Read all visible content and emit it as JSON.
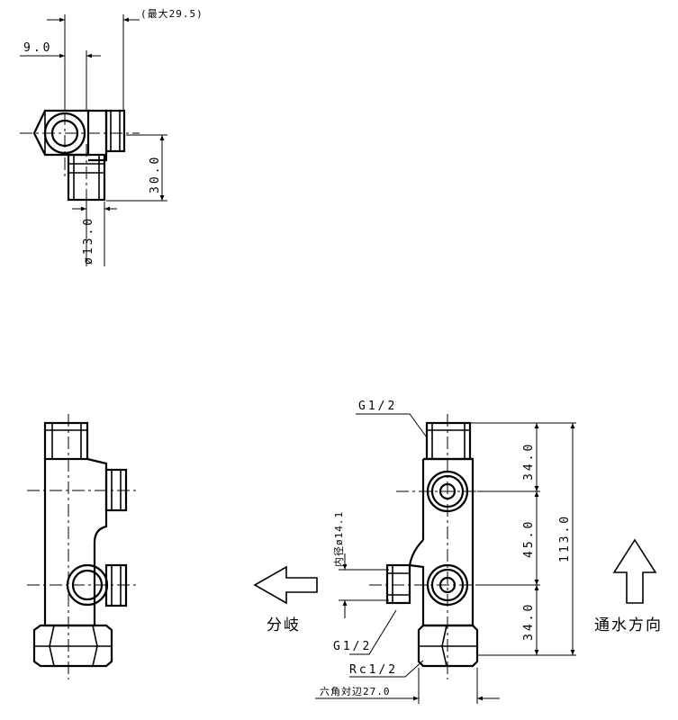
{
  "top_view": {
    "max_width": "(最大29.5)",
    "offset": "9.0",
    "height": "30.0",
    "diameter": "ø13.0"
  },
  "front_view": {
    "thread_top": "G1/2",
    "thread_branch": "G1/2",
    "thread_bottom": "Rc1/2",
    "hex_across_flats": "六角対辺27.0",
    "inner_diameter": "内径ø14.1",
    "seg_top": "34.0",
    "seg_mid": "45.0",
    "seg_bottom": "34.0",
    "total_height": "113.0",
    "branch_label": "分岐",
    "flow_label": "通水方向"
  }
}
